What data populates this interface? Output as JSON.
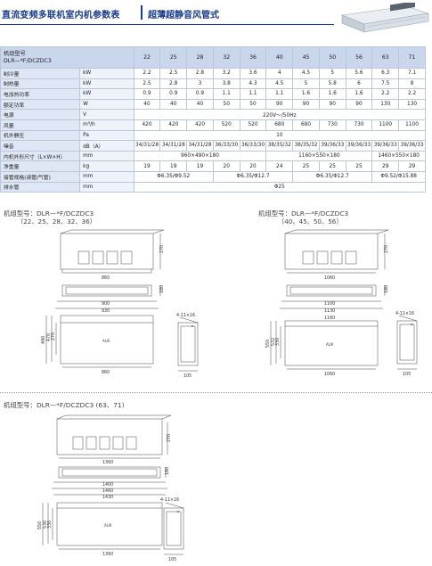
{
  "header": {
    "title_left": "直流变频多联机室内机参数表",
    "title_right": "超薄超静音风管式"
  },
  "spec_table": {
    "model_label_cn": "机组型号",
    "model_label_code": "DLR—*F/DCZDC3",
    "models": [
      "22",
      "25",
      "28",
      "32",
      "36",
      "40",
      "45",
      "50",
      "56",
      "63",
      "71"
    ],
    "rows": [
      {
        "label": "制冷量",
        "unit": "kW",
        "values": [
          "2.2",
          "2.5",
          "2.8",
          "3.2",
          "3.6",
          "4",
          "4.5",
          "5",
          "5.6",
          "6.3",
          "7.1"
        ]
      },
      {
        "label": "制热量",
        "unit": "kW",
        "values": [
          "2.5",
          "2.8",
          "3",
          "3.8",
          "4.3",
          "4.5",
          "5",
          "5.8",
          "6",
          "7.5",
          "8"
        ]
      },
      {
        "label": "电加热功率",
        "unit": "kW",
        "values": [
          "0.9",
          "0.9",
          "0.9",
          "1.1",
          "1.1",
          "1.1",
          "1.6",
          "1.6",
          "1.6",
          "2.2",
          "2.2"
        ]
      },
      {
        "label": "额定功率",
        "unit": "W",
        "values": [
          "40",
          "40",
          "40",
          "50",
          "50",
          "90",
          "90",
          "90",
          "90",
          "130",
          "130"
        ]
      },
      {
        "label": "电源",
        "unit": "V",
        "span": "220V～/50Hz"
      },
      {
        "label": "风量",
        "unit": "m³/h",
        "values": [
          "420",
          "420",
          "420",
          "520",
          "520",
          "680",
          "680",
          "730",
          "730",
          "1100",
          "1100"
        ]
      },
      {
        "label": "机外静压",
        "unit": "Pa",
        "span": "10"
      },
      {
        "label": "噪音",
        "unit": "dB（A）",
        "values": [
          "34/31/28",
          "34/31/28",
          "34/31/28",
          "36/33/30",
          "36/33/30",
          "38/35/32",
          "38/35/32",
          "39/36/33",
          "39/36/33",
          "39/36/33",
          "39/36/33"
        ]
      },
      {
        "label": "内机外形尺寸（L×W×H）",
        "unit": "mm",
        "groups": [
          {
            "span": 5,
            "text": "960×490×180"
          },
          {
            "span": 4,
            "text": "1160×550×180"
          },
          {
            "span": 2,
            "text": "1460×550×180"
          }
        ]
      },
      {
        "label": "净重量",
        "unit": "kg",
        "values": [
          "19",
          "19",
          "19",
          "20",
          "20",
          "24",
          "25",
          "25",
          "25",
          "29",
          "29"
        ]
      },
      {
        "label": "接管规格(液管/气管)",
        "unit": "mm",
        "groups": [
          {
            "span": 3,
            "text": "Φ6.35/Φ9.52"
          },
          {
            "span": 3,
            "text": "Φ6.35/Φ12.7"
          },
          {
            "span": 3,
            "text": "Φ6.35/Φ12.7"
          },
          {
            "span": 2,
            "text": "Φ9.52/Φ15.88"
          }
        ]
      },
      {
        "label": "排水管",
        "unit": "mm",
        "span": "Φ25"
      }
    ]
  },
  "drawings": [
    {
      "title": "机组型号：DLR—*F/DCZDC3",
      "subtitle": "（22、25、28、32、36）",
      "dims": {
        "top_width": "860",
        "top_height": "270",
        "front_a": "900",
        "front_b": "930",
        "front_height": "180",
        "bottom_height_a": "490",
        "bottom_height_b": "470",
        "bottom_height_c": "270",
        "bottom_width": "860",
        "side_width": "105",
        "hole": "4-11×16"
      }
    },
    {
      "title": "机组型号：DLR—*F/DCZDC3",
      "subtitle": "（40、45、50、56）",
      "dims": {
        "top_width": "1060",
        "top_height": "270",
        "front_a": "1100",
        "front_b": "1130",
        "front_c": "1160",
        "front_height": "180",
        "bottom_height_a": "550",
        "bottom_height_b": "532",
        "bottom_height_c": "330",
        "bottom_width": "1060",
        "side_width": "105",
        "hole": "4-11×16"
      }
    },
    {
      "title": "机组型号：DLR—*F/DCZDC3 (63、71)",
      "subtitle": "",
      "dims": {
        "top_width": "1360",
        "top_height": "270",
        "front_a": "1400",
        "front_b": "1460",
        "front_c": "1430",
        "front_height": "180",
        "bottom_height_a": "550",
        "bottom_height_b": "530",
        "bottom_height_c": "330",
        "bottom_width": "1360",
        "side_width": "105",
        "hole": "4-11×16"
      }
    }
  ],
  "brand_mark": "AUX"
}
